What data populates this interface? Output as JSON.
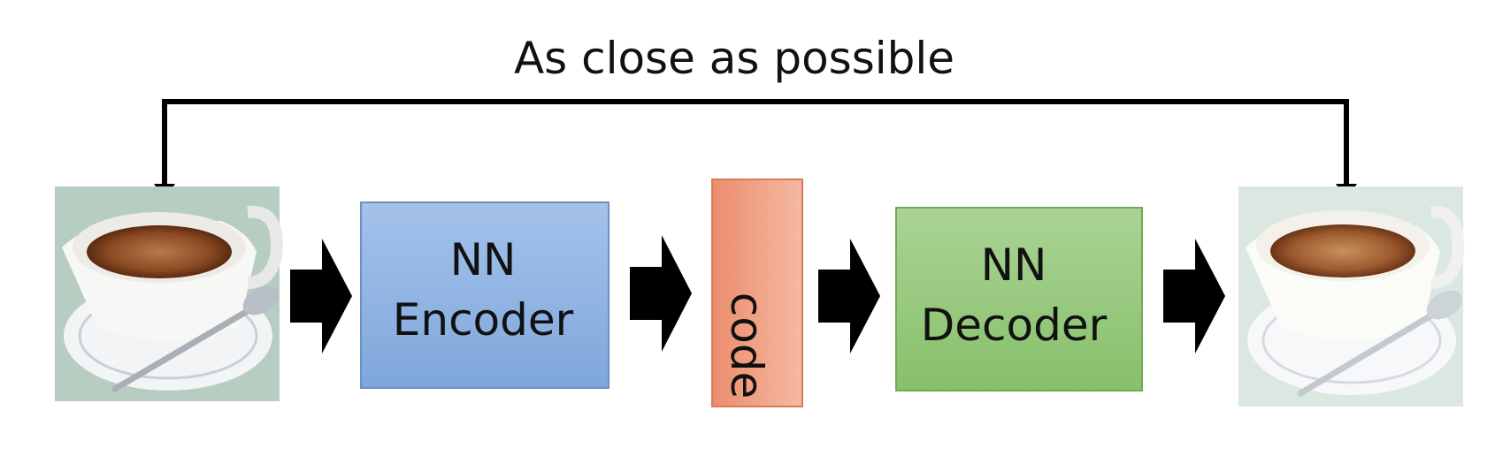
{
  "diagram": {
    "top_label": "As close as possible",
    "encoder": {
      "line1": "NN",
      "line2": "Encoder",
      "color": "#8fb3e3"
    },
    "code": {
      "label": "code",
      "color": "#f0a184"
    },
    "decoder": {
      "line1": "NN",
      "line2": "Decoder",
      "color": "#9ccc83"
    },
    "input_image": "coffee-cup-photo",
    "output_image": "reconstructed-coffee-cup-photo"
  }
}
